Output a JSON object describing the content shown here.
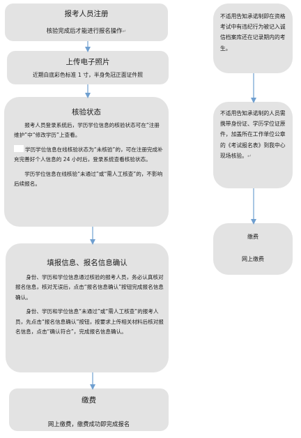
{
  "left": {
    "step1": {
      "title": "报考人员注册",
      "subtitle": "核验完成后才能进行报名操作"
    },
    "step2": {
      "title": "上传电子照片",
      "subtitle": "近期白底彩色标准 1 寸，半身免冠正面证件照"
    },
    "step3": {
      "title": "核验状态",
      "p1": "报考人员登录系统后，学历学位信息的核验状态可在“注册维护”中“修改学历”上查看。",
      "p2": "学历学位信息在线核验状态为“未核验”的，可在注册完成补充完善好个人信息的 24 小时后，登录系统查看核验状态。",
      "p3": "学历学位信息在线核验“未通过”或“需人工核查”的，不影响后续报名。"
    },
    "step4": {
      "title": "填报信息、报名信息确认",
      "p1": "身份、学历和学位信息通过核验的报考人员，务必认真核对报名信息，核对无误后，点击“报名信息确认”按钮完成报名信息确认。",
      "p2": "身份、学历和学位信息“未通过”或“需人工核查”的报考人员，先点击“报名信息确认”按钮，按要求上传相关材料后核对报名信息，点击“确认符合”，完成报名信息确认。"
    },
    "step5": {
      "title": "缴费",
      "subtitle": "网上缴费，缴费成功即完成报名"
    }
  },
  "right": {
    "box1": "不适用告知承诺制即在资格考试中有违纪行为被记入诚信档案库还在记录期内的考生。",
    "box2": "不适用告知承诺制的人员需携带身份证、学历学位证原件，加盖所在工作单位公章的《考试报名表》到我中心现场核验。",
    "box3": {
      "title": "缴费",
      "subtitle": "网上缴费"
    }
  },
  "colors": {
    "box_fill": "#e3e3e3",
    "arrow": "#6f9fd0"
  }
}
